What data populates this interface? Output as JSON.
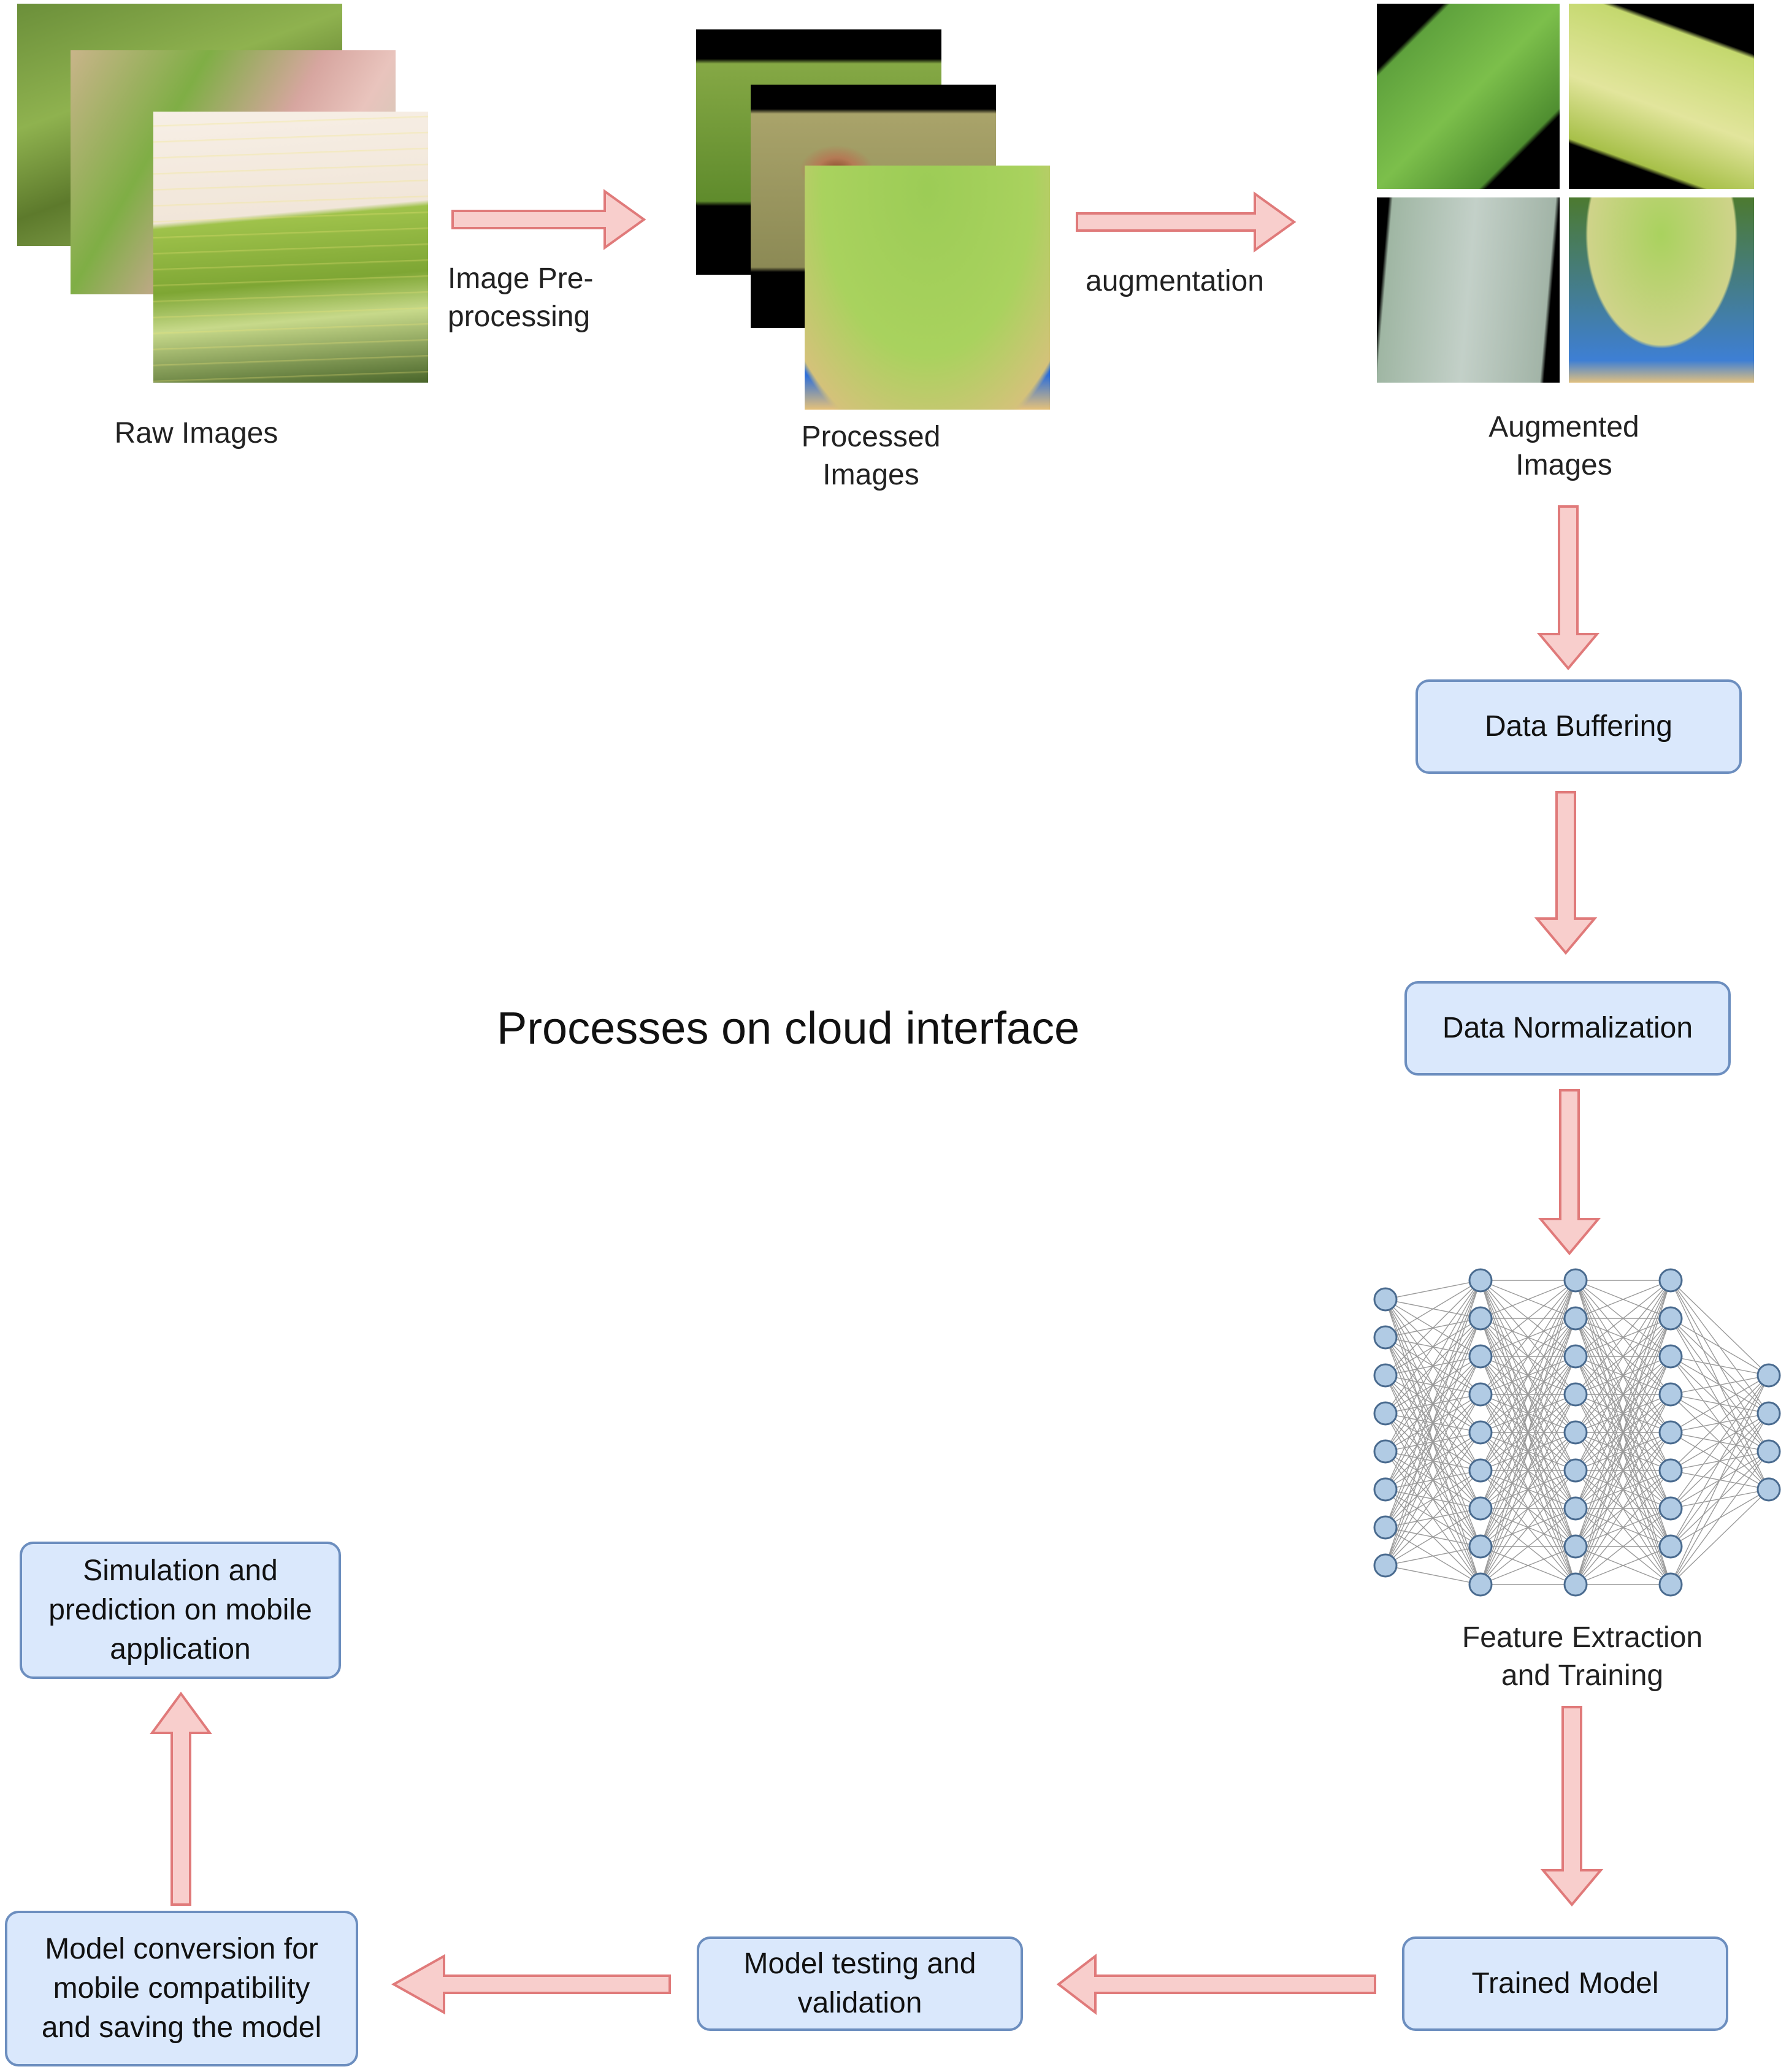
{
  "image_stages": {
    "raw": {
      "label": "Raw Images"
    },
    "processed": {
      "label_line1": "Processed",
      "label_line2": "Images"
    },
    "augmented": {
      "label_line1": "Augmented",
      "label_line2": "Images"
    }
  },
  "edge_labels": {
    "preprocessing_line1": "Image Pre-",
    "preprocessing_line2": "processing",
    "augmentation": "augmentation"
  },
  "center_title": "Processes on cloud interface",
  "boxes": {
    "data_buffering": "Data Buffering",
    "data_normalization": "Data Normalization",
    "trained_model": "Trained Model",
    "model_testing_line1": "Model testing and",
    "model_testing_line2": "validation",
    "model_conversion_line1": "Model conversion for",
    "model_conversion_line2": "mobile compatibility",
    "model_conversion_line3": "and saving the model",
    "simulation_line1": "Simulation and",
    "simulation_line2": "prediction on mobile",
    "simulation_line3": "application"
  },
  "neural_net": {
    "label_line1": "Feature Extraction",
    "label_line2": "and Training",
    "layer_sizes": [
      8,
      9,
      9,
      9,
      4
    ]
  },
  "colors": {
    "arrow_fill": "#f8cecc",
    "arrow_stroke": "#e07a7a",
    "box_fill": "#dae8fc",
    "box_stroke": "#6c8ebf",
    "node_fill": "#b1cbe4",
    "node_stroke": "#4a6b8f"
  }
}
